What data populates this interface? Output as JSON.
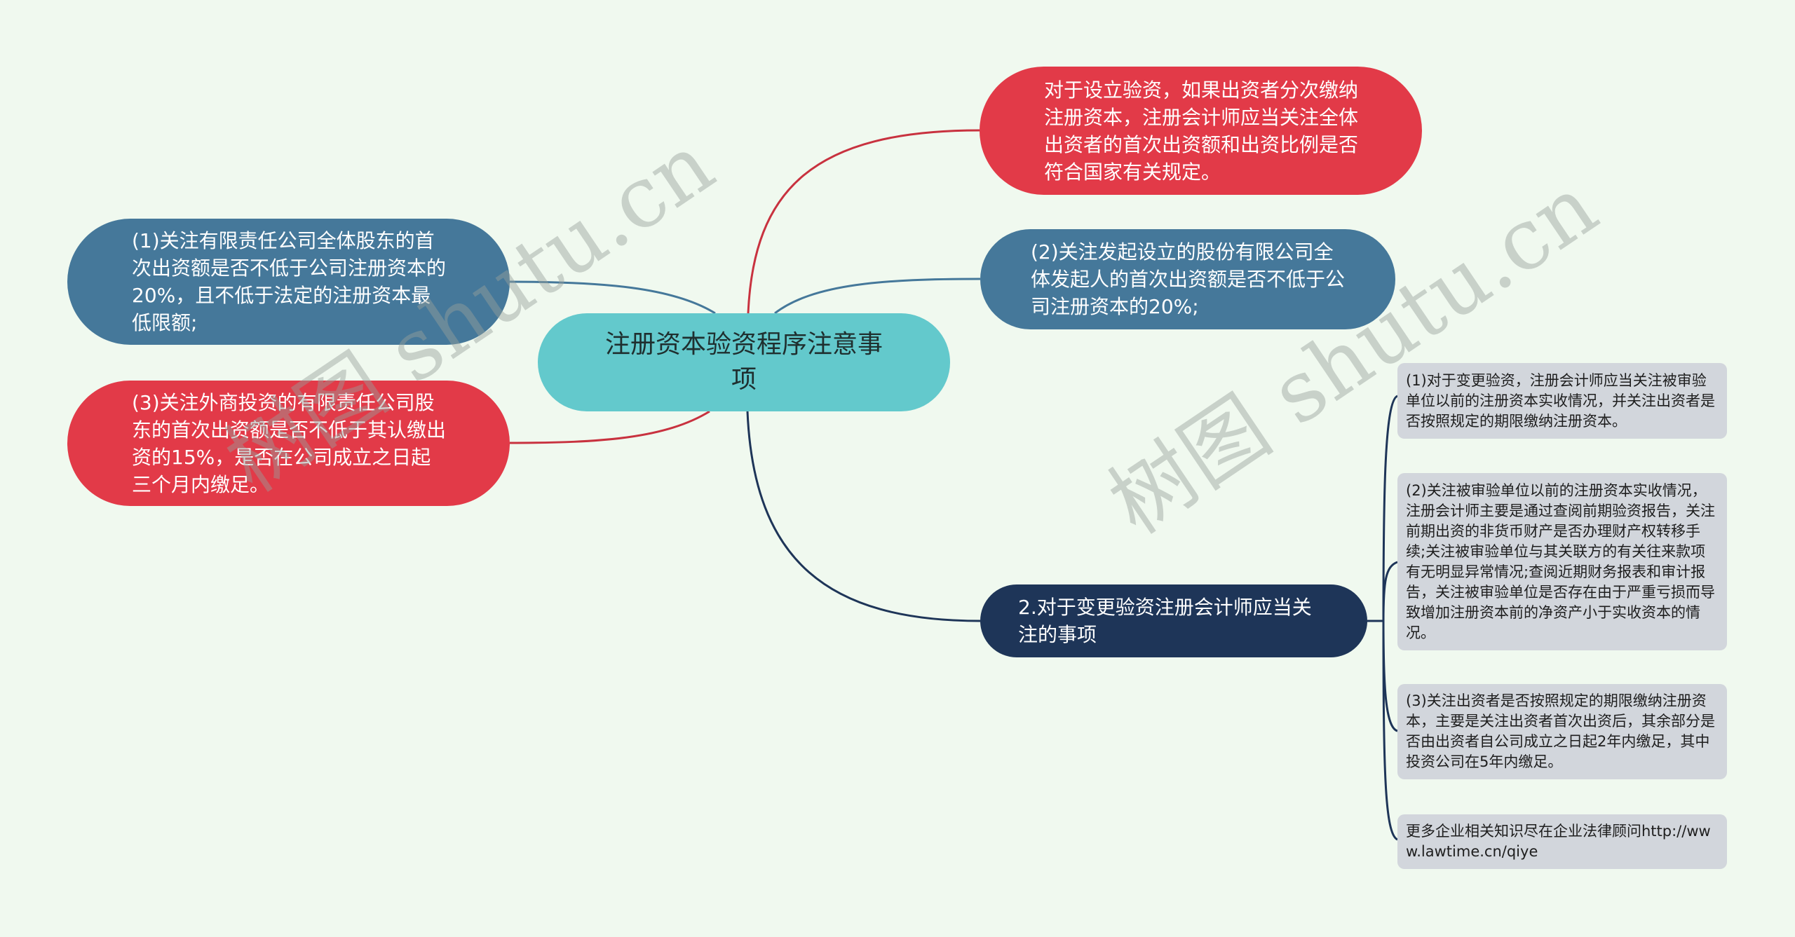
{
  "colors": {
    "background": "#f0f9ef",
    "center": "#63c9cc",
    "red": "#e23a48",
    "blue": "#45789a",
    "navy": "#1e3558",
    "leaf": "#d2d6dc"
  },
  "center": {
    "label": "注册资本验资程序注意事项"
  },
  "right": {
    "red_node": "对于设立验资，如果出资者分次缴纳注册资本，注册会计师应当关注全体出资者的首次出资额和出资比例是否符合国家有关规定。",
    "blue_node": "(2)关注发起设立的股份有限公司全体发起人的首次出资额是否不低于公司注册资本的20%;",
    "navy_node": "2.对于变更验资注册会计师应当关注的事项",
    "leaves": [
      "(1)对于变更验资，注册会计师应当关注被审验单位以前的注册资本实收情况，并关注出资者是否按照规定的期限缴纳注册资本。",
      "(2)关注被审验单位以前的注册资本实收情况，注册会计师主要是通过查阅前期验资报告，关注前期出资的非货币财产是否办理财产权转移手续;关注被审验单位与其关联方的有关往来款项有无明显异常情况;查阅近期财务报表和审计报告，关注被审验单位是否存在由于严重亏损而导致增加注册资本前的净资产小于实收资本的情况。",
      "(3)关注出资者是否按照规定的期限缴纳注册资本，主要是关注出资者首次出资后，其余部分是否由出资者自公司成立之日起2年内缴足，其中投资公司在5年内缴足。",
      "更多企业相关知识尽在企业法律顾问http://www.lawtime.cn/qiye"
    ]
  },
  "left": {
    "blue_node": "(1)关注有限责任公司全体股东的首次出资额是否不低于公司注册资本的20%，且不低于法定的注册资本最低限额;",
    "red_node": "(3)关注外商投资的有限责任公司股东的首次出资额是否不低于其认缴出资的15%，是否在公司成立之日起三个月内缴足。"
  },
  "watermarks": [
    "树图 shutu.cn",
    "树图 shutu.cn"
  ]
}
